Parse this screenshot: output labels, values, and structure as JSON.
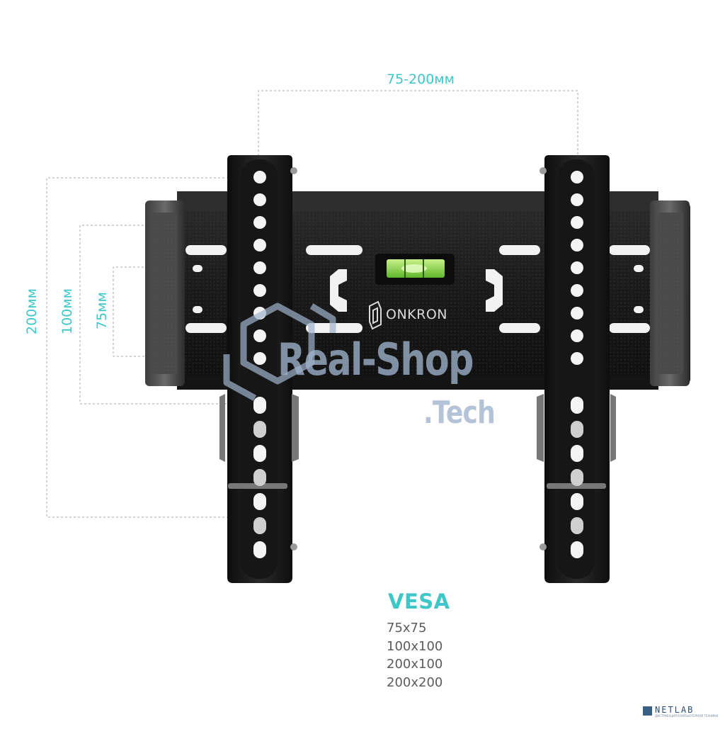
{
  "dimensions": {
    "horizontal_span": "75-200мм",
    "vertical_200": "200мм",
    "vertical_100": "100мм",
    "vertical_75": "75мм"
  },
  "brand": {
    "name": "ONKRON"
  },
  "vesa": {
    "title": "VESA",
    "sizes": [
      "75x75",
      "100x100",
      "200x100",
      "200x200"
    ]
  },
  "watermark": {
    "line1": "Real-Shop",
    "line2": ".Tech"
  },
  "badge": {
    "name": "NETLAB",
    "tagline": "ДИСТРИБУЦИЯ КОМПЬЮТЕРНОЙ ТЕХНИКИ"
  },
  "colors": {
    "accent": "#3fc6c8",
    "metal": "#1b1b1b",
    "level_bubble": "#8fd63a",
    "watermark": "#9fb3cc"
  }
}
